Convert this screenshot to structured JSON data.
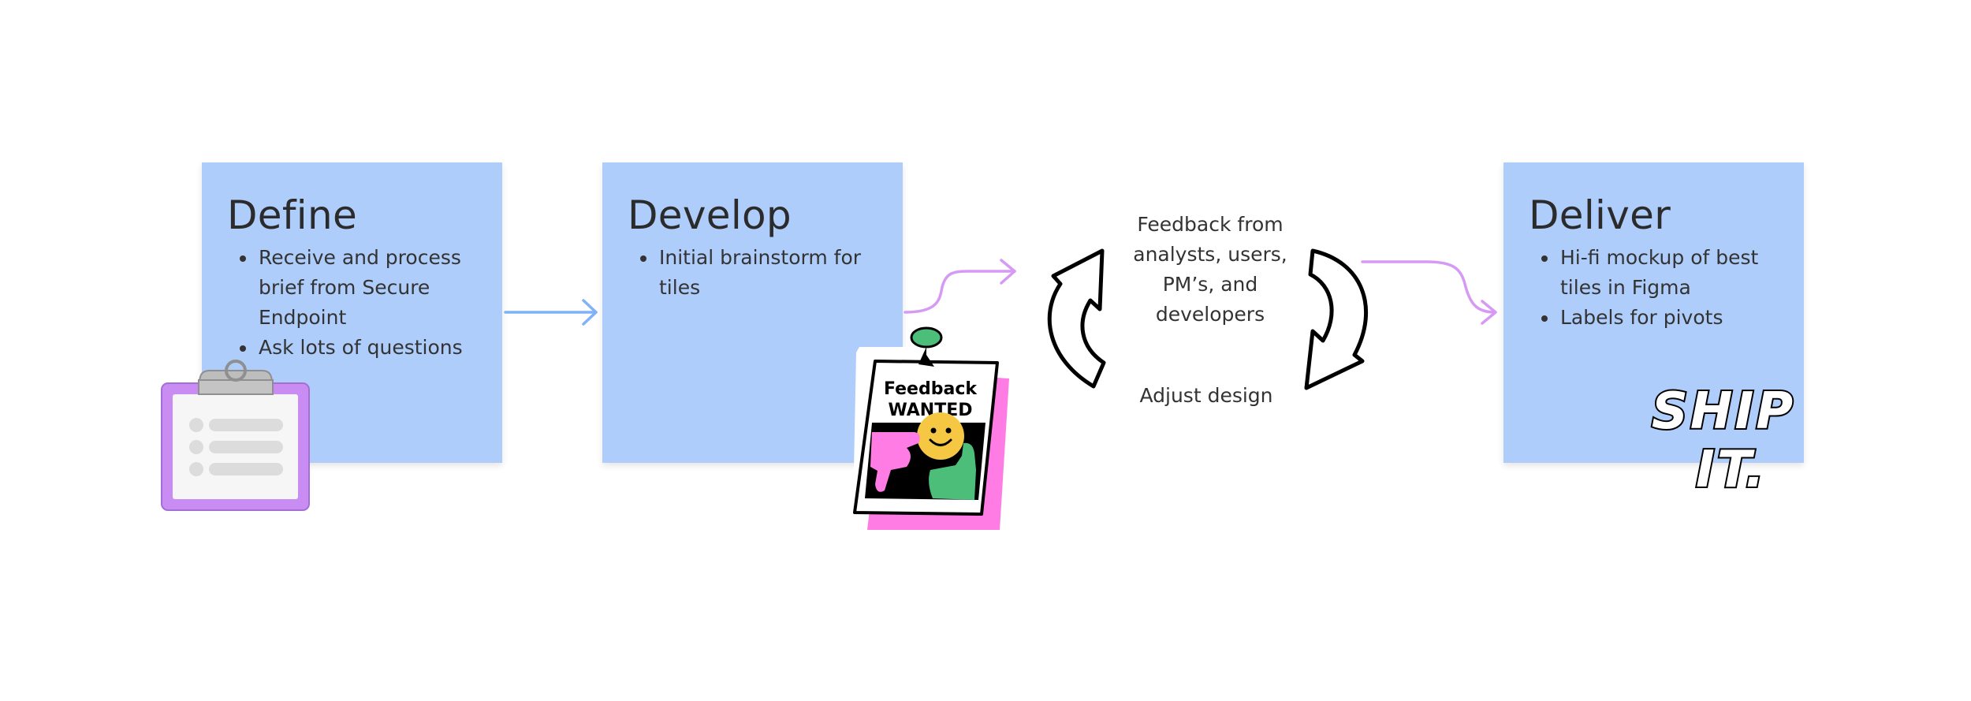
{
  "stages": {
    "define": {
      "title": "Define",
      "items": [
        "Receive and process brief from Secure Endpoint",
        "Ask lots of questions"
      ]
    },
    "develop": {
      "title": "Develop",
      "items": [
        "Initial brainstorm for tiles"
      ]
    },
    "deliver": {
      "title": "Deliver",
      "items": [
        "Hi-fi mockup of best tiles in Figma",
        "Labels for pivots"
      ]
    }
  },
  "loop": {
    "feedback_text": "Feedback from analysts, users, PM’s, and developers",
    "adjust_text": "Adjust design"
  },
  "sticker": {
    "line1": "Feedback",
    "line2": "WANTED"
  },
  "ship_it": {
    "line1": "SHIP",
    "line2": "IT."
  },
  "colors": {
    "sticky": "#aecdfb",
    "arrow_blue": "#7fb2f6",
    "arrow_purple": "#d69af5",
    "clipboard_purple": "#c98cf2",
    "pink": "#ff7ce4",
    "green": "#4cbe7a",
    "yellow": "#f6c742"
  }
}
